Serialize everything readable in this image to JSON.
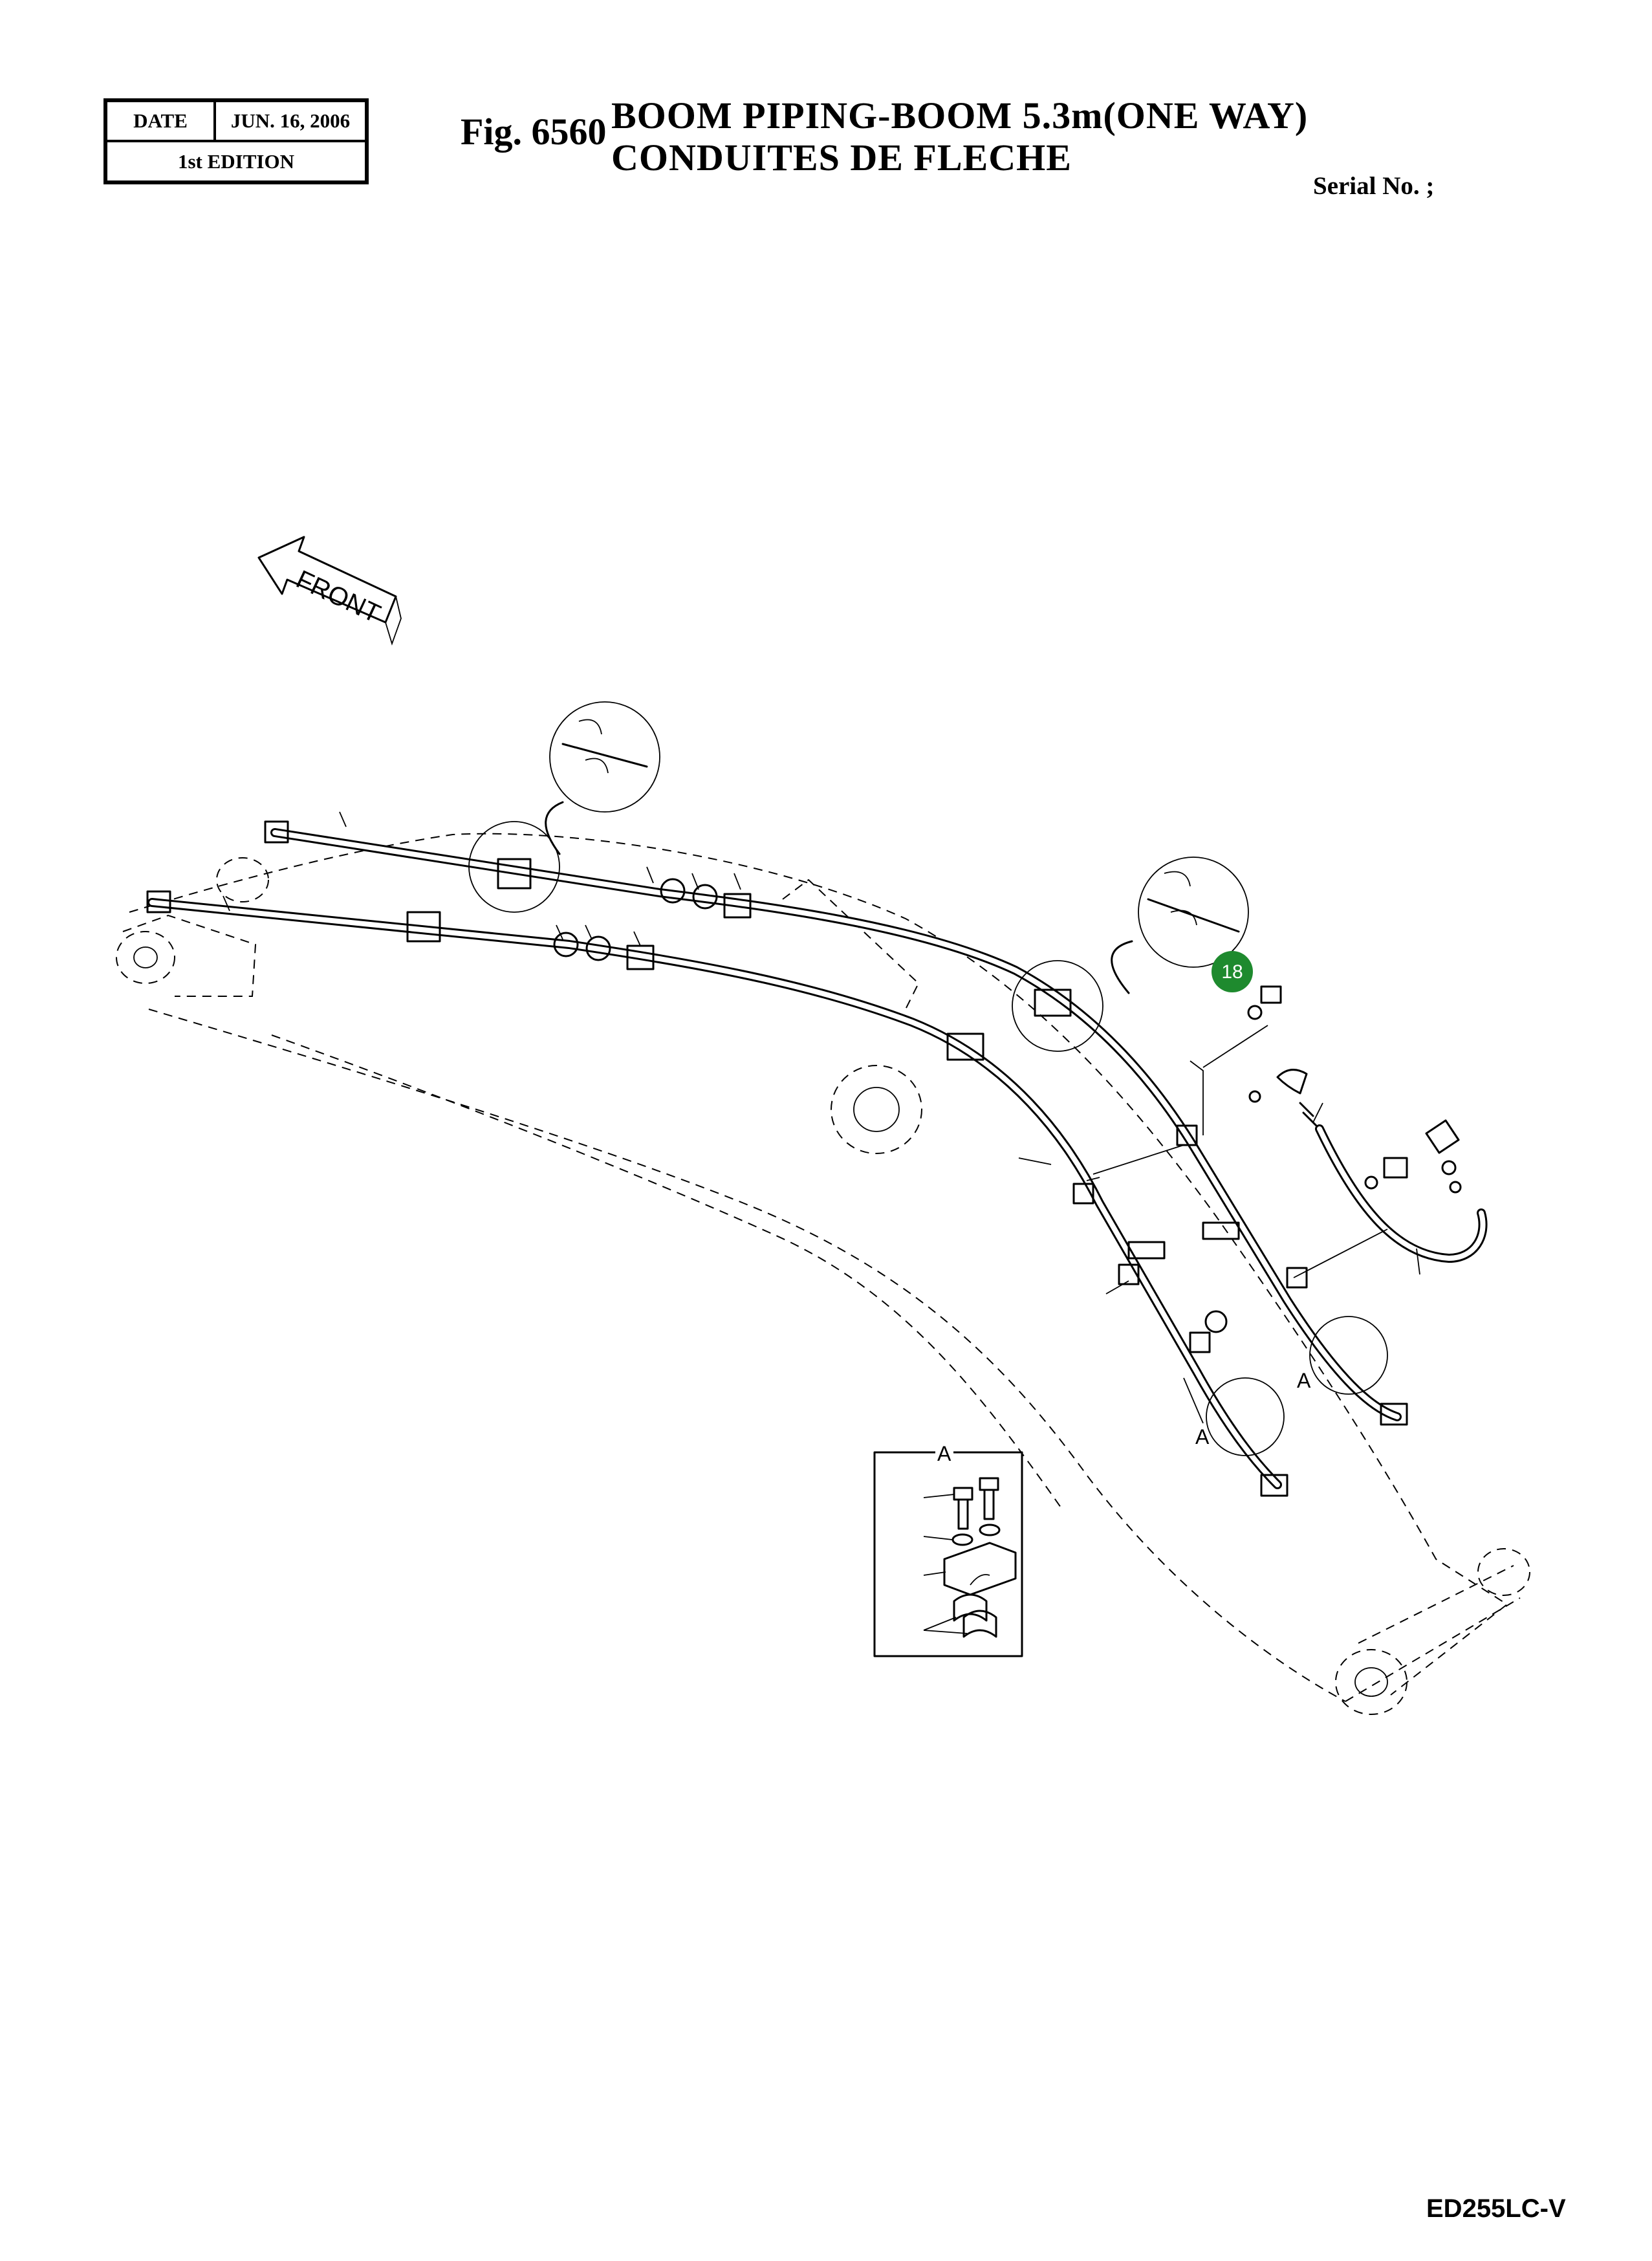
{
  "header": {
    "date_label": "DATE",
    "date_value": "JUN. 16, 2006",
    "edition": "1st EDITION",
    "fig_number": "Fig. 6560",
    "title_en": "BOOM PIPING-BOOM 5.3m(ONE WAY)",
    "title_fr": "CONDUITES DE FLECHE",
    "serial": "Serial No. ;"
  },
  "diagram": {
    "front_label": "FRONT",
    "detail_label": "A",
    "callouts": [
      {
        "number": "18",
        "color": "#1e8a2e"
      }
    ]
  },
  "footer": {
    "model": "ED255LC-V"
  }
}
